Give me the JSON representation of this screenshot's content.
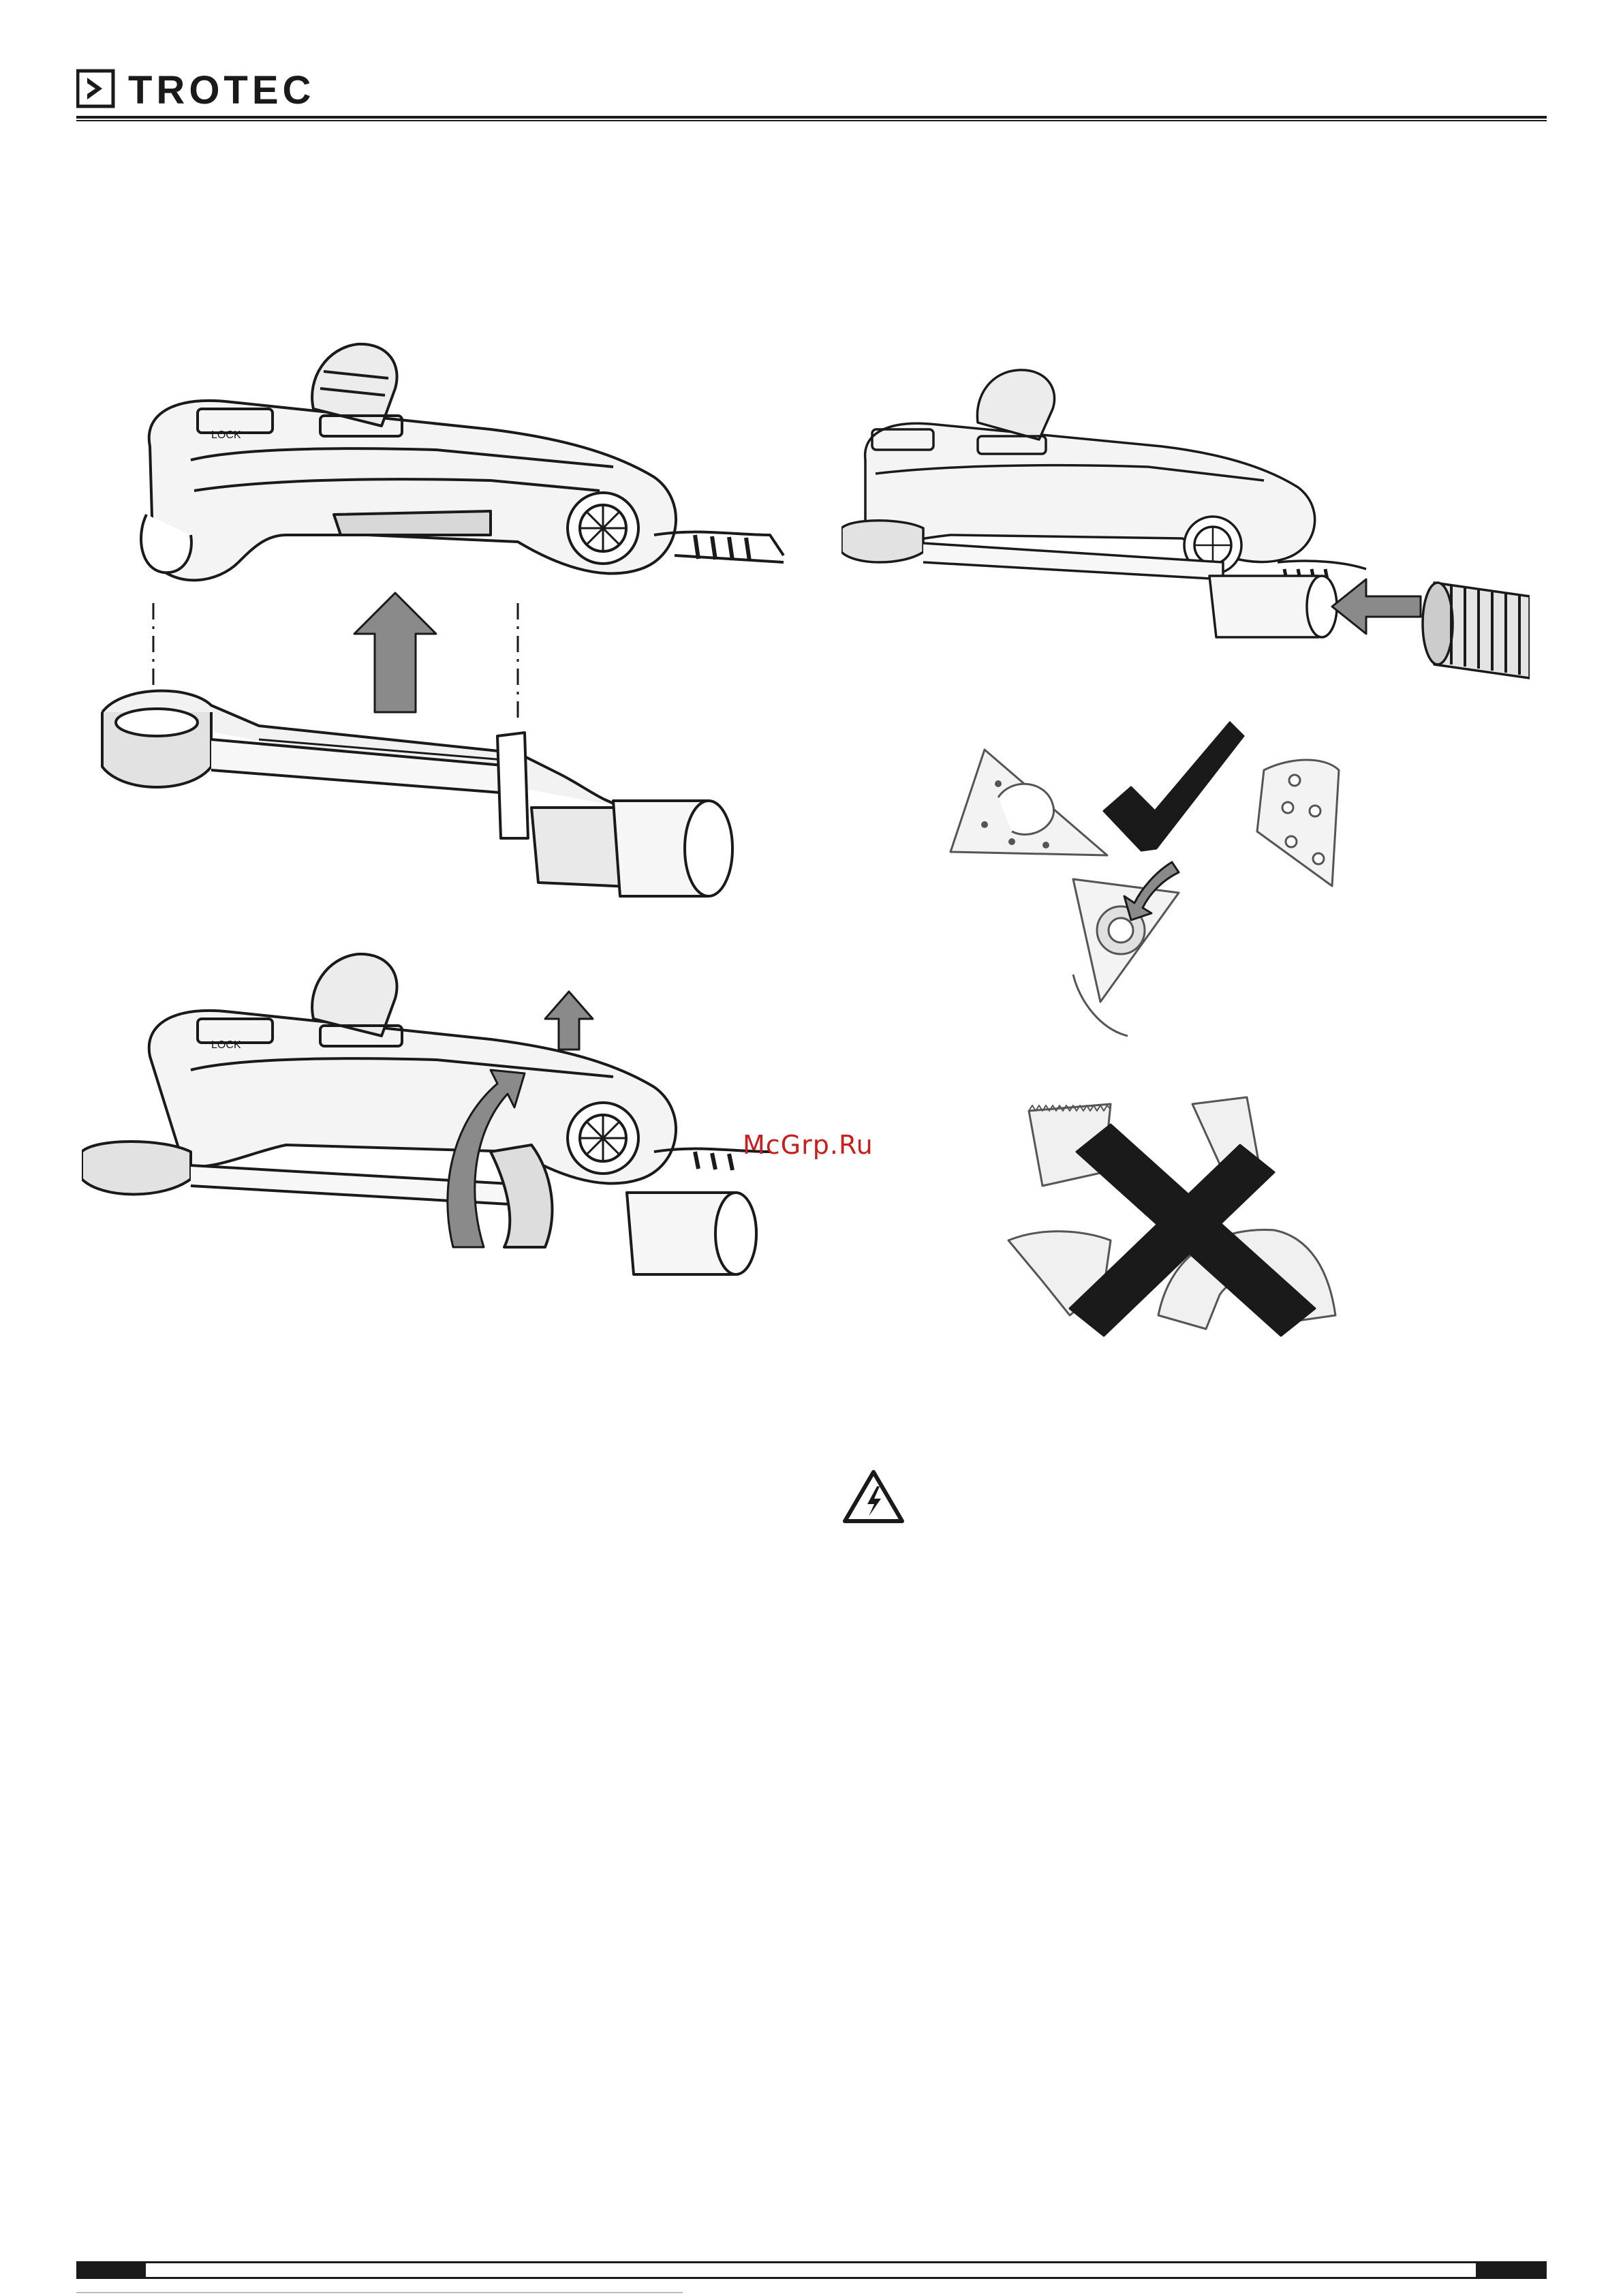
{
  "header": {
    "brand": "TROTEC",
    "logo_icon": "chevron-right-icon"
  },
  "figures": {
    "tool_label": "LOCK"
  },
  "watermark": "McGrp.Ru",
  "icons": {
    "warning": "high-voltage-warning-icon",
    "check": "checkmark-icon",
    "cross": "cross-icon",
    "arrow": "arrow-icon"
  },
  "colors": {
    "ink": "#1a1a1a",
    "arrow_gray": "#8a8a8a",
    "watermark": "#c81e1e"
  }
}
